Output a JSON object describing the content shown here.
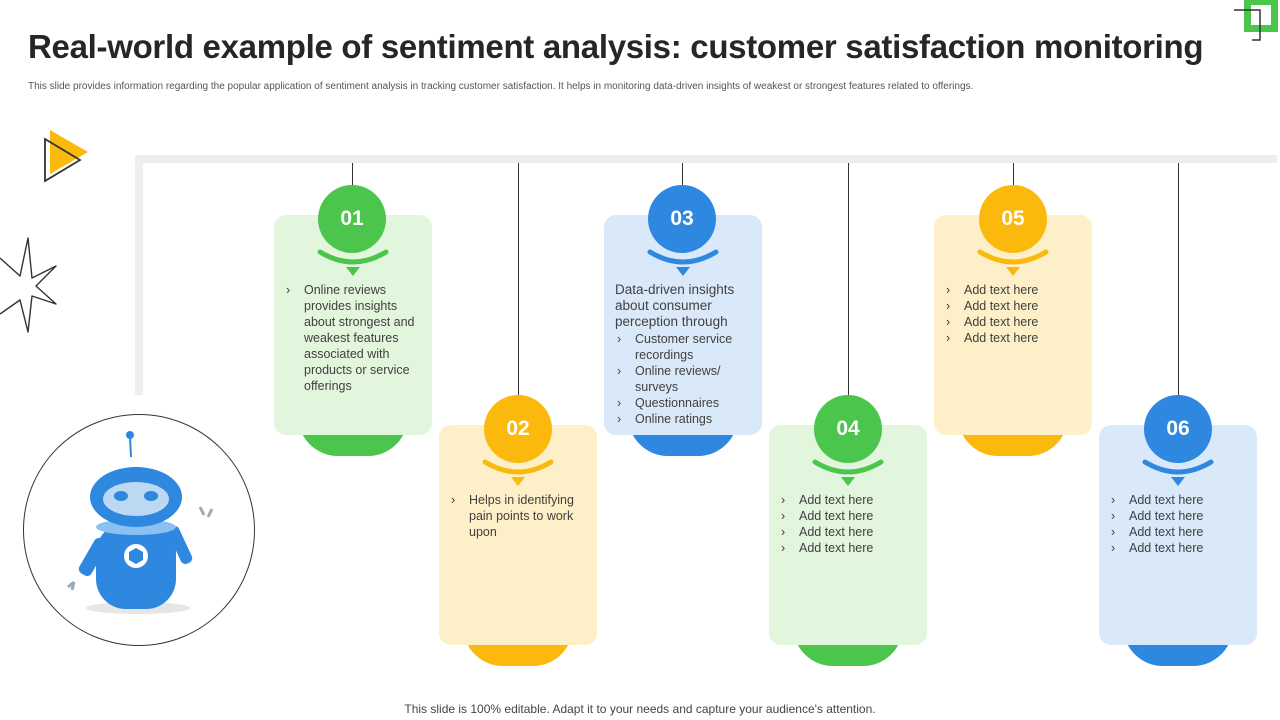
{
  "slide": {
    "title": "Real-world example of sentiment analysis: customer satisfaction monitoring",
    "subtitle": "This slide provides information regarding the popular application of sentiment analysis in tracking customer satisfaction. It helps in monitoring data-driven insights of weakest or strongest features related to offerings.",
    "footer": "This slide is 100% editable. Adapt it to your needs and capture your audience's attention."
  },
  "colors": {
    "green": "#4cc54c",
    "yellow": "#fbb90e",
    "blue": "#2f88e0",
    "green_bg": "#e2f5dd",
    "yellow_bg": "#fdf0c8",
    "blue_bg": "#dae9f9"
  },
  "icons": {
    "corner": "corner-bracket-icon",
    "play": "play-triangle-icon",
    "burst": "star-burst-icon",
    "robot": "robot-icon"
  },
  "steps": [
    {
      "number": "01",
      "bullets": [
        "Online reviews provides insights about strongest and weakest features associated with products or service offerings"
      ]
    },
    {
      "number": "02",
      "bullets": [
        "Helps in identifying pain points to work upon"
      ]
    },
    {
      "number": "03",
      "intro": "Data-driven insights about consumer perception through",
      "bullets": [
        "Customer service recordings",
        "Online reviews/ surveys",
        "Questionnaires",
        "Online ratings"
      ]
    },
    {
      "number": "04",
      "bullets": [
        "Add text here",
        "Add text here",
        "Add text here",
        "Add text here"
      ]
    },
    {
      "number": "05",
      "bullets": [
        "Add text here",
        "Add text here",
        "Add text here",
        "Add text here"
      ]
    },
    {
      "number": "06",
      "bullets": [
        "Add text here",
        "Add text here",
        "Add text here",
        "Add text here"
      ]
    }
  ]
}
